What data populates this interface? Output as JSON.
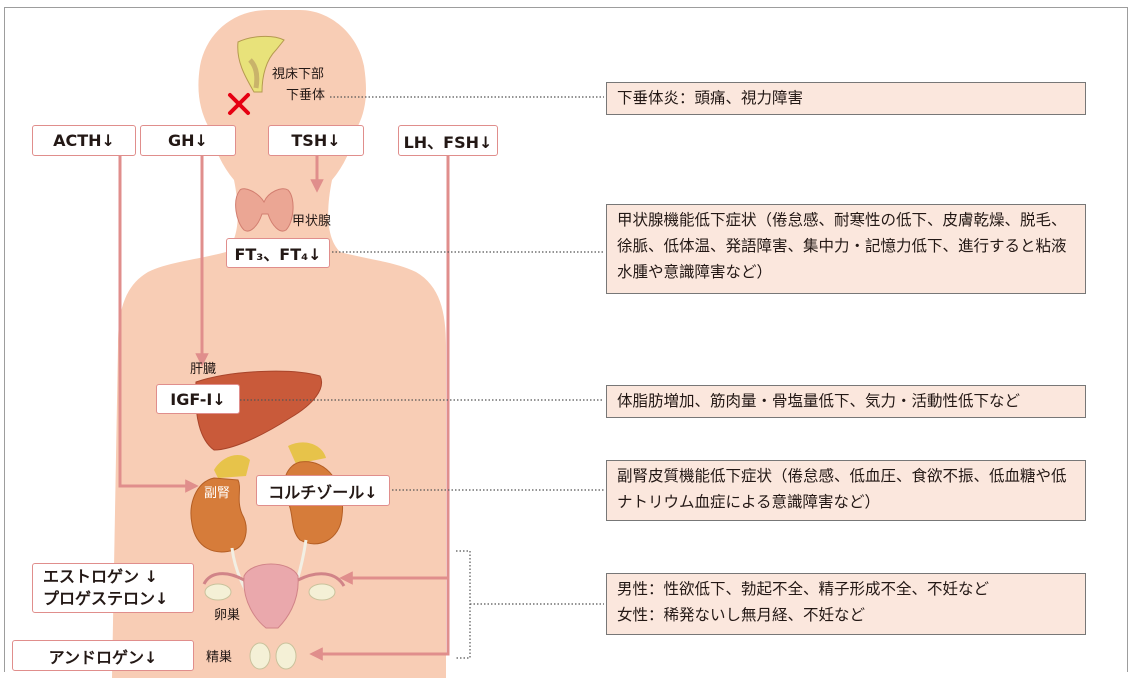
{
  "labels": {
    "hypothalamus": "視床下部",
    "pituitary": "下垂体",
    "thyroid": "甲状腺",
    "liver": "肝臓",
    "adrenal": "副腎",
    "ovary": "卵巣",
    "testis": "精巣"
  },
  "hormones": {
    "acth": "ACTH↓",
    "gh": "GH↓",
    "tsh": "TSH↓",
    "lh_fsh": "LH、FSH↓",
    "ft": "FT₃、FT₄↓",
    "igf": "IGF-I↓",
    "cortisol": "コルチゾール↓",
    "estrogen": "エストロゲン ↓",
    "progesterone": "プロゲステロン↓",
    "androgen": "アンドロゲン↓"
  },
  "symptoms": {
    "pituitary": "下垂体炎：頭痛、視力障害",
    "thyroid": "甲状腺機能低下症状（倦怠感、耐寒性の低下、皮膚乾燥、脱毛、徐脈、低体温、発語障害、集中力・記憶力低下、進行すると粘液水腫や意識障害など）",
    "gh": "体脂肪増加、筋肉量・骨塩量低下、気力・活動性低下など",
    "adrenal": "副腎皮質機能低下症状（倦怠感、低血圧、食欲不振、低血糖や低ナトリウム血症による意識障害など）",
    "gonad_male": "男性：性欲低下、勃起不全、精子形成不全、不妊など",
    "gonad_female": "女性：稀発ないし無月経、不妊など"
  },
  "colors": {
    "skin": "#f8cdb5",
    "arrow": "#e08e8c",
    "symptom_fill": "#fbe7dd",
    "x_mark": "#e60012"
  },
  "icons": {
    "lesion_mark": "x-mark-icon"
  }
}
